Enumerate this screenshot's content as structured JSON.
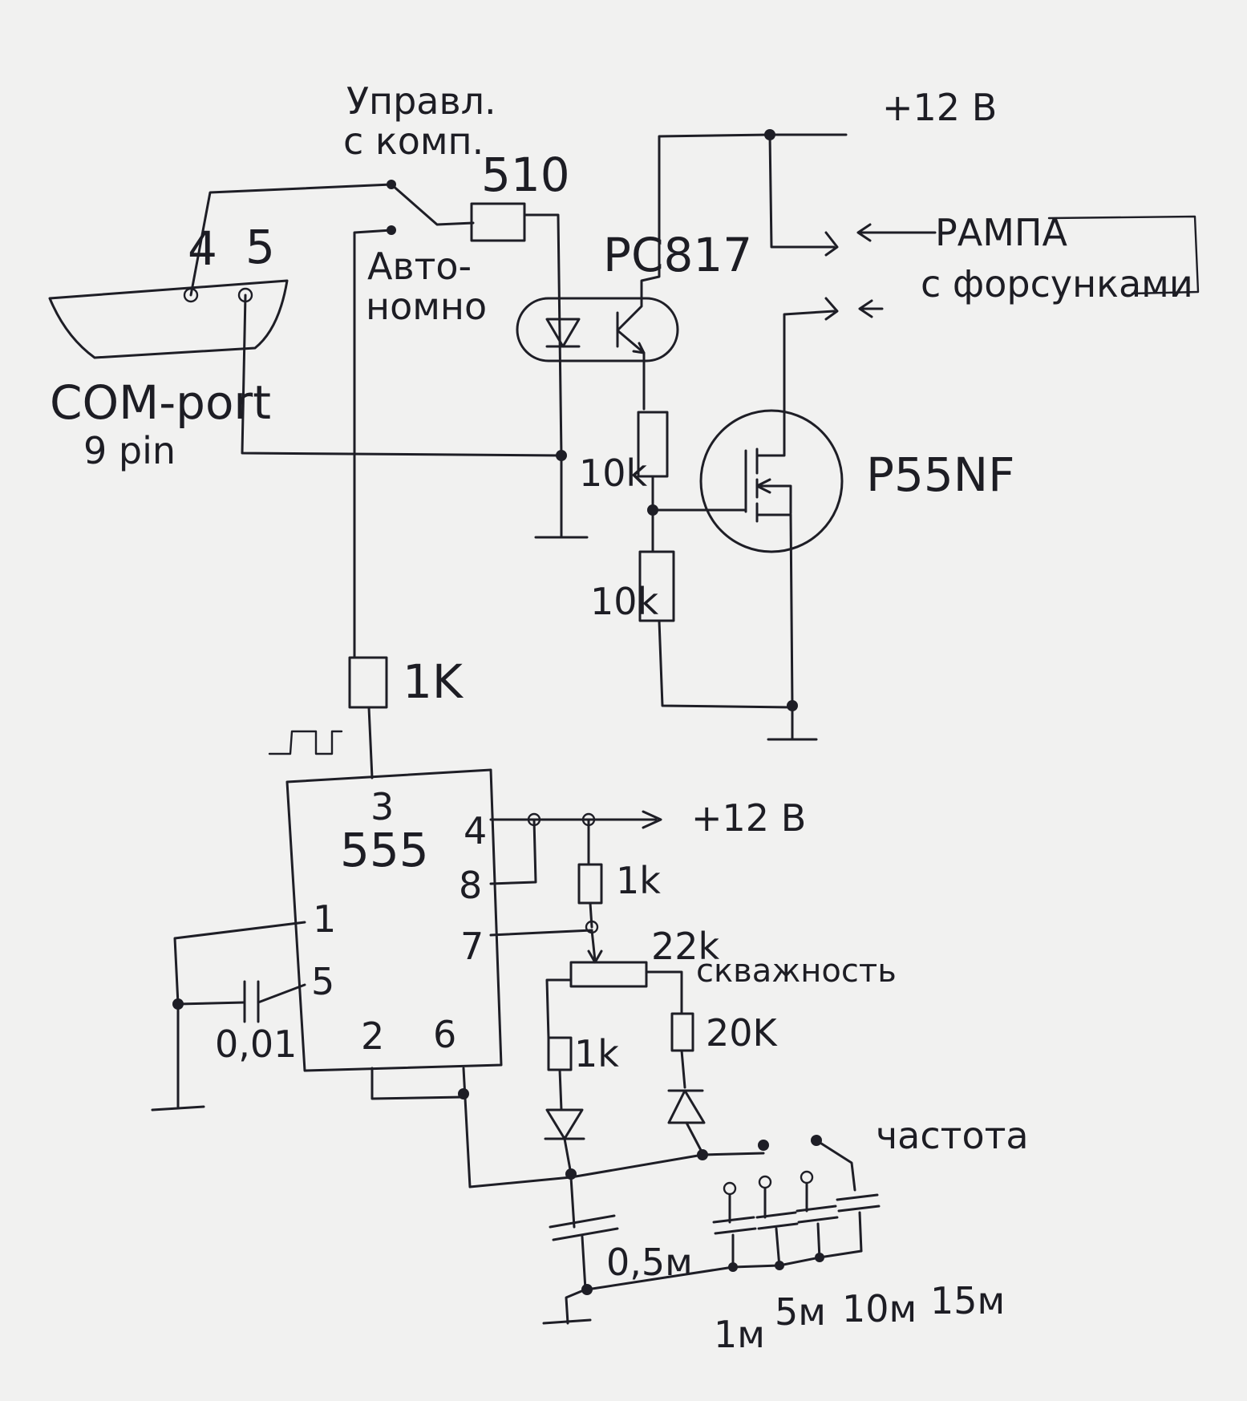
{
  "labels": {
    "control_line1": "Управл.",
    "control_line2": "с комп.",
    "autonomous_line1": "Авто-",
    "autonomous_line2": "номно",
    "com_port_line1": "COM-port",
    "com_port_line2": "9 pin",
    "com_pin4": "4",
    "com_pin5": "5",
    "r_510": "510",
    "optocoupler": "PC817",
    "plus12v_top": "+12 В",
    "ramp_line1": "РАМПА",
    "ramp_line2": "с форсунками",
    "r_10k_top": "10k",
    "r_10k_bottom": "10k",
    "mosfet": "P55NF",
    "r_1k_output": "1K",
    "ic_name": "555",
    "ic_pin1": "1",
    "ic_pin2": "2",
    "ic_pin3": "3",
    "ic_pin4": "4",
    "ic_pin5": "5",
    "ic_pin6": "6",
    "ic_pin7": "7",
    "ic_pin8": "8",
    "plus12v_bottom": "+12 В",
    "r_1k_pin7": "1k",
    "pot_value": "22k",
    "pot_name": "скважность",
    "r_1k_branch": "1k",
    "r_20k_branch": "20K",
    "cap_001": "0,01",
    "cap_05": "0,5м",
    "frequency": "частота",
    "cap_1": "1м",
    "cap_5": "5м",
    "cap_10": "10м",
    "cap_15": "15м"
  }
}
